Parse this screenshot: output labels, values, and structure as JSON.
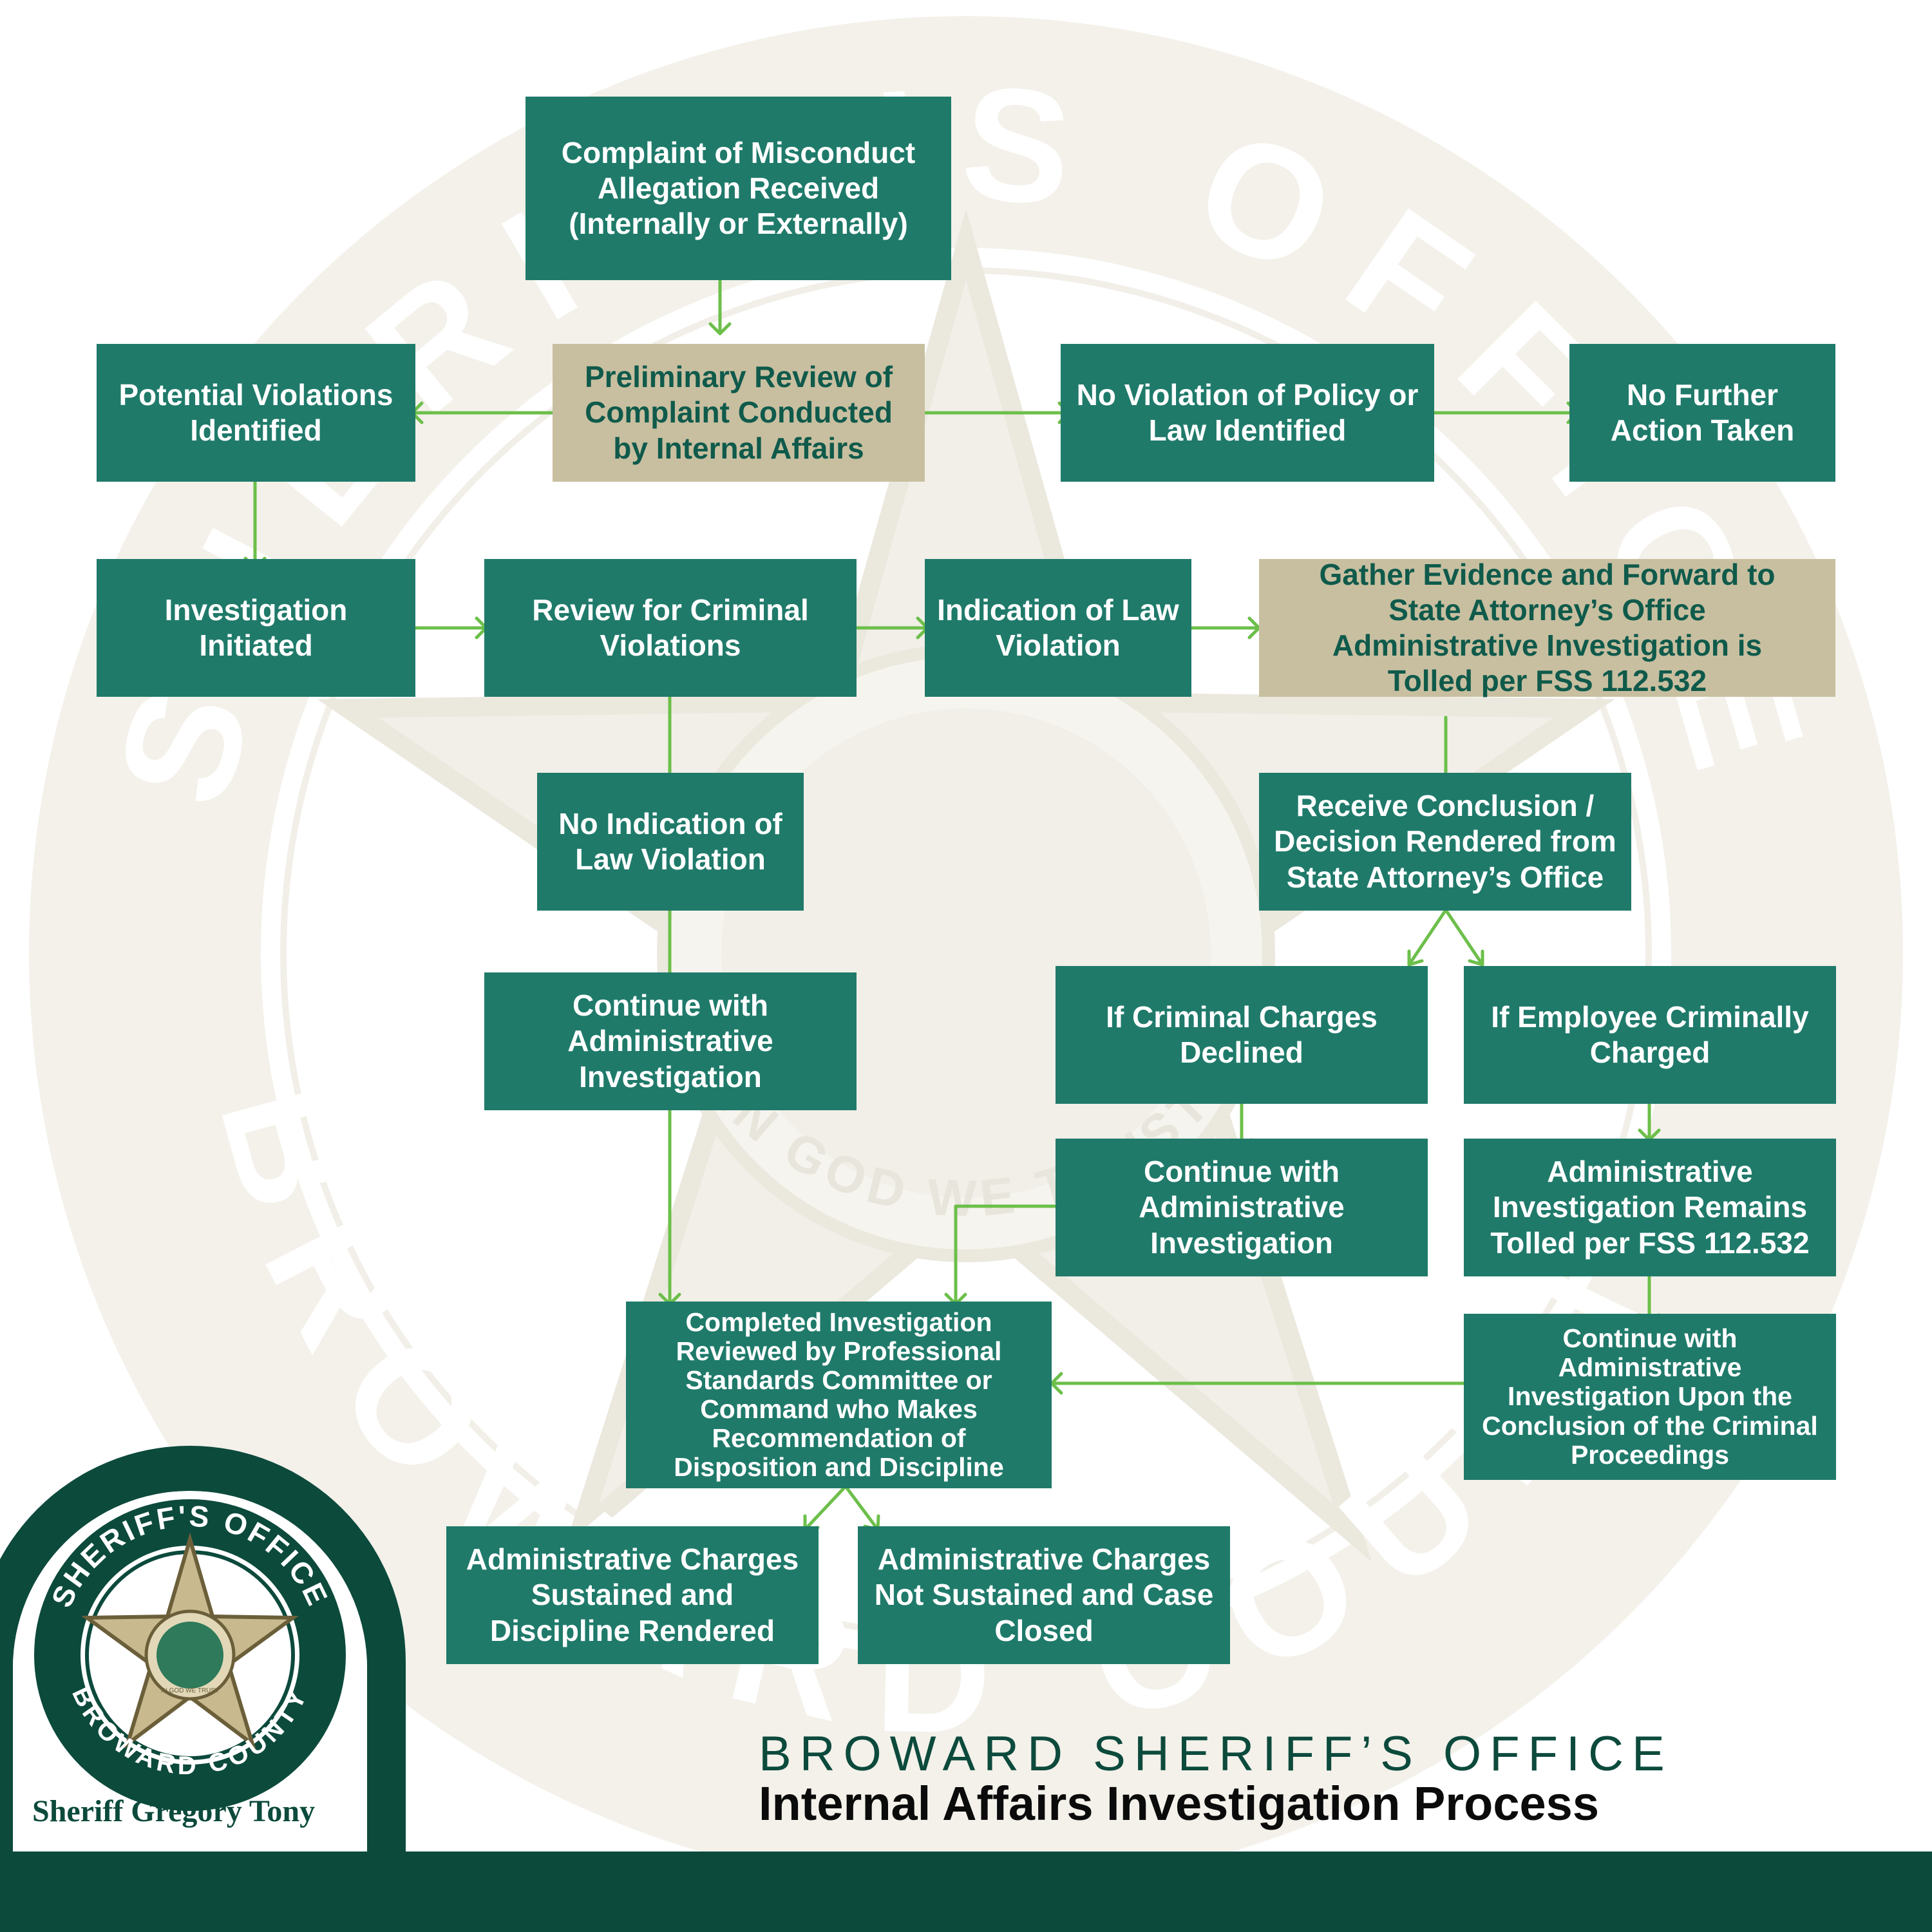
{
  "colors": {
    "box": "#1f7a6a",
    "box_highlight": "#c8bfa0",
    "highlight_text": "#0f5a4b",
    "arrow": "#6cbf4a",
    "footer": "#0c4a3c",
    "watermark": "#f1efe8"
  },
  "nodes": {
    "complaint_received": "Complaint of Misconduct Allegation Received (Internally or Externally)",
    "preliminary_review": "Preliminary Review of Complaint Conducted by Internal Affairs",
    "potential_violations": "Potential Violations Identified",
    "no_violation": "No Violation of Policy or Law Identified",
    "no_further_action": "No Further Action Taken",
    "investigation_initiated": "Investigation Initiated",
    "review_criminal": "Review for Criminal Violations",
    "indication_law_violation": "Indication of Law Violation",
    "gather_evidence": "Gather Evidence and Forward to State Attorney’s Office Administrative Investigation is Tolled per FSS 112.532",
    "no_indication": "No Indication of Law Violation",
    "receive_conclusion": "Receive Conclusion / Decision Rendered from State Attorney’s Office",
    "continue_admin_left": "Continue with Administrative Investigation",
    "charges_declined": "If Criminal Charges Declined",
    "employee_charged": "If Employee Criminally Charged",
    "continue_admin_mid": "Continue with Administrative Investigation",
    "admin_remains_tolled": "Administrative Investigation Remains Tolled per FSS 112.532",
    "completed_review": "Completed Investigation Reviewed by Professional Standards Committee or Command who Makes Recommendation of Disposition and Discipline",
    "continue_upon_conclusion": "Continue with Administrative Investigation Upon the Conclusion of the Criminal Proceedings",
    "charges_sustained": "Administrative Charges Sustained and Discipline Rendered",
    "charges_not_sustained": "Administrative Charges Not Sustained and Case Closed"
  },
  "footer": {
    "org": "BROWARD SHERIFF’S OFFICE",
    "title": "Internal Affairs Investigation Process",
    "sheriff": "Sheriff Gregory Tony"
  },
  "seal": {
    "top_text": "SHERIFF'S OFFICE",
    "bottom_text": "BROWARD COUNTY",
    "motto": "IN GOD WE TRUST"
  },
  "watermark_text": {
    "top": "SHERIFF'S OFFICE",
    "bottom": "BROWARD COUNTY",
    "motto": "IN GOD WE TRUST"
  }
}
